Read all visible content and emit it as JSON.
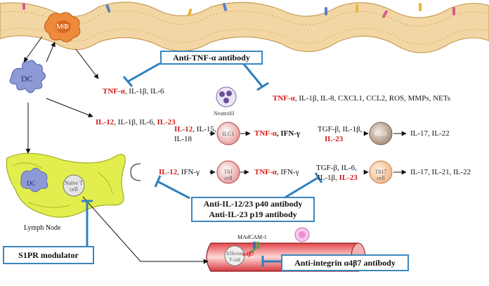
{
  "macrophage_label": "MΦ",
  "dc_label": "DC",
  "dc_node_label": "DC",
  "naive_t_label": "Naïve T cell",
  "lymph_node_label": "Lymph Node",
  "neutrophil_label": "Neutrofil",
  "effector_t_label": "Effector T cell",
  "madcam_label": "MAdCAM-1",
  "a4b7_label": "α4β7",
  "ilc1_label": "ILC1",
  "ilc3_label": "ILC3",
  "th1_label": "Th1 cell",
  "th17_label": "Th17 cell",
  "drugs": {
    "anti_tnf": "Anti-TNF-α antibody",
    "anti_il12_23": "Anti-IL-12/23 p40 antibody",
    "anti_il23": "Anti-IL-23 p19 antibody",
    "s1pr": "S1PR modulator",
    "anti_integrin": "Anti-integrin α4β7 antibody"
  },
  "mphi_cytokines": {
    "tnf": "TNF-α",
    "rest": ", IL-1β, IL-6"
  },
  "dc_cytokines": {
    "il12": "IL-12",
    "mid": ", IL-1β, IL-6, ",
    "il23": "IL-23"
  },
  "neutro_cytokines": {
    "tnf": "TNF-α",
    "rest": ", IL-1β, IL-8, CXCL1, CCL2, ROS, MMPs, NETs"
  },
  "ilc1_inputs": {
    "il12": "IL-12",
    "rest1": ", IL-15,",
    "rest2": "IL-18"
  },
  "ilc1_outputs": {
    "tnf": "TNF-α",
    "rest": ", IFN-γ"
  },
  "ilc3_inputs": {
    "line1": "TGF-β, IL-1β,",
    "il23": "IL-23"
  },
  "ilc3_outputs": "IL-17, IL-22",
  "th1_inputs": {
    "il12": "IL-12",
    "rest": ", IFN-γ"
  },
  "th1_outputs": {
    "tnf": "TNF-α",
    "rest": ", IFN-γ"
  },
  "th17_inputs": {
    "line1": "TGF-β, IL-6,",
    "line2a": "IL-1β, ",
    "il23": "IL-23"
  },
  "th17_outputs": "IL-17, IL-21, IL-22",
  "colors": {
    "blue_box": "#3b86bf",
    "red_text": "#d21a1a",
    "epithelium": "#f2d7a4",
    "lymph": "#e2ee4d",
    "vessel": "#c8262c",
    "dc": "#8e9ad6",
    "macrophage": "#ee8a3b"
  }
}
